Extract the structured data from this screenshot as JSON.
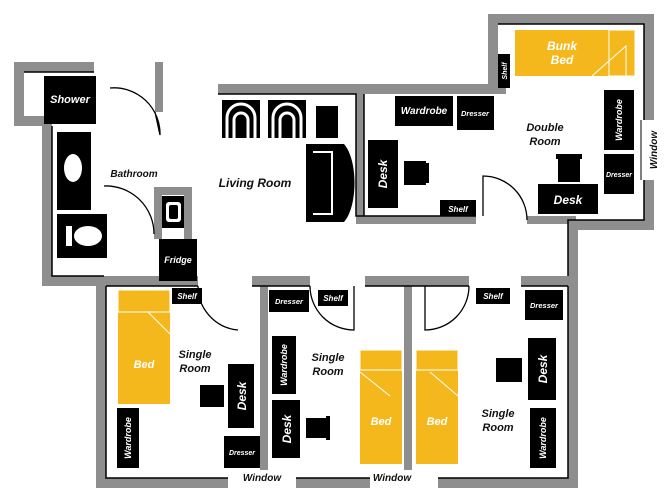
{
  "colors": {
    "wall": "#8e8e8e",
    "furniture": "#000000",
    "bed": "#f5b81c",
    "bed_text": "#ffffff",
    "label": "#111111",
    "white": "#ffffff"
  },
  "rooms": {
    "bathroom": "Bathroom",
    "living_room": "Living Room",
    "double_room": [
      "Double",
      "Room"
    ],
    "single_room": [
      "Single",
      "Room"
    ]
  },
  "furniture": {
    "shower": "Shower",
    "fridge": "Fridge",
    "wardrobe": "Wardrobe",
    "dresser": "Dresser",
    "shelf": "Shelf",
    "desk": "Desk",
    "bed": "Bed",
    "bunk_bed": [
      "Bunk",
      "Bed"
    ],
    "window": "Window"
  }
}
